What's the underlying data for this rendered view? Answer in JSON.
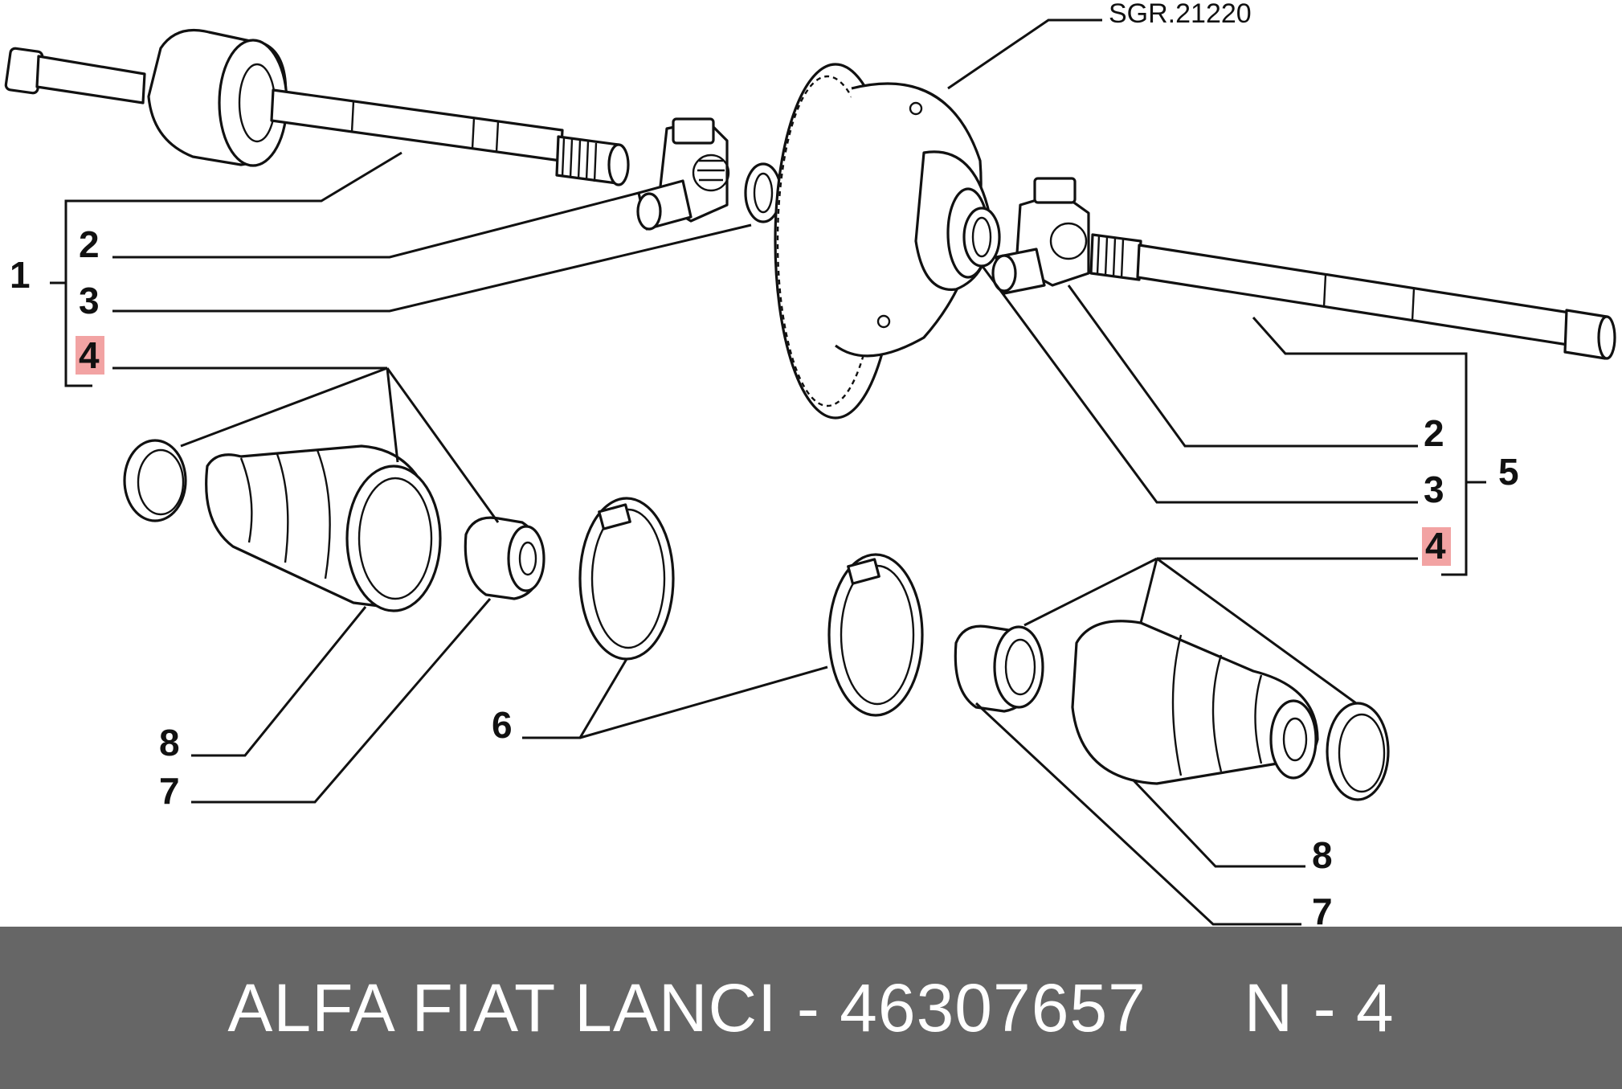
{
  "diagram": {
    "reference": "SGR.21220",
    "callouts": {
      "left_group": "1",
      "left_2": "2",
      "left_3": "3",
      "left_4": "4",
      "right_group": "5",
      "right_2": "2",
      "right_3": "3",
      "right_4": "4",
      "clamp_6": "6",
      "left_8": "8",
      "left_7": "7",
      "right_8": "8",
      "right_7": "7"
    },
    "highlight_color": "#f2a3a3"
  },
  "footer": {
    "text": "ALFA FIAT LANCI - 46307657     N - 4",
    "background": "#666666"
  }
}
